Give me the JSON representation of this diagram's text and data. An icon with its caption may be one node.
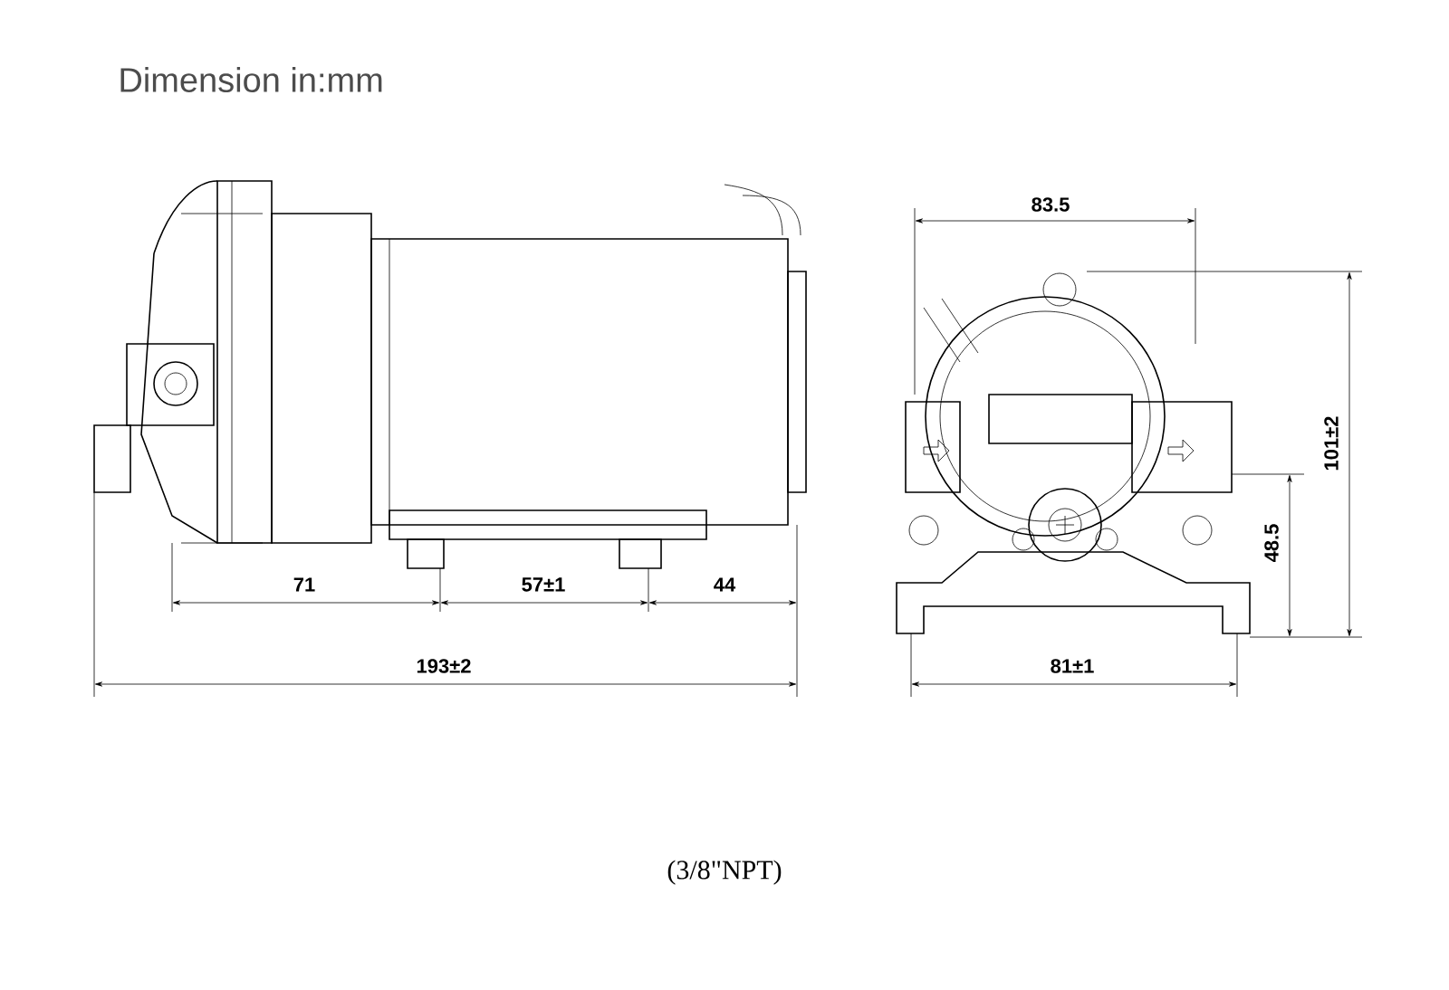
{
  "diagram": {
    "title": "Dimension in:mm",
    "caption": "(3/8\"NPT)",
    "labels": [
      "83.5",
      "101±2",
      "48.5",
      "71",
      "57±1",
      "44",
      "193±2",
      "81±1"
    ]
  }
}
